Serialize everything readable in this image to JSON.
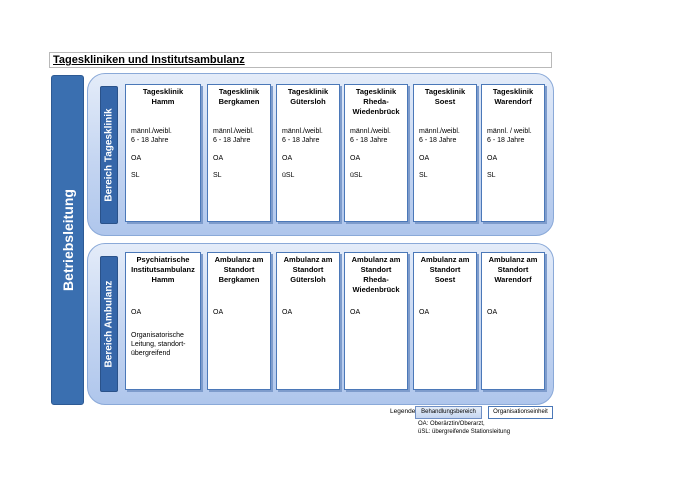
{
  "title": "Tageskliniken und Institutsambulanz",
  "left_bar": "Betriebsleitung",
  "area_tageskliniken": {
    "label": "Bereich Tagesklinik",
    "cards": [
      {
        "title": "Tagesklinik\nHamm",
        "patients": "männl./weibl.\n6 - 18 Jahre",
        "oa": "OA",
        "sl": "SL"
      },
      {
        "title": "Tagesklinik\nBergkamen",
        "patients": "männl./weibl.\n6 - 18 Jahre",
        "oa": "OA",
        "sl": "SL"
      },
      {
        "title": "Tagesklinik\nGütersloh",
        "patients": "männl./weibl.\n6 - 18 Jahre",
        "oa": "OA",
        "sl": "üSL"
      },
      {
        "title": "Tagesklinik\nRheda-\nWiedenbrück",
        "patients": "männl./weibl.\n6 - 18 Jahre",
        "oa": "OA",
        "sl": "üSL"
      },
      {
        "title": "Tagesklinik\nSoest",
        "patients": "männl./weibl.\n6 - 18 Jahre",
        "oa": "OA",
        "sl": "SL"
      },
      {
        "title": "Tagesklinik\nWarendorf",
        "patients": "männl. / weibl.\n6 - 18 Jahre",
        "oa": "OA",
        "sl": "SL"
      }
    ]
  },
  "area_ambulanz": {
    "label": "Bereich Ambulanz",
    "cards": [
      {
        "title": "Psychiatrische\nInstitutsambulanz\nHamm",
        "oa": "OA",
        "note": "Organisatorische\nLeitung, standort-\nübergreifend"
      },
      {
        "title": "Ambulanz am\nStandort\nBergkamen",
        "oa": "OA"
      },
      {
        "title": "Ambulanz am\nStandort\nGütersloh",
        "oa": "OA"
      },
      {
        "title": "Ambulanz am\nStandort\nRheda-\nWiedenbrück",
        "oa": "OA"
      },
      {
        "title": "Ambulanz am\nStandort\nSoest",
        "oa": "OA"
      },
      {
        "title": "Ambulanz am\nStandort\nWarendorf",
        "oa": "OA"
      }
    ]
  },
  "legend": {
    "label": "Legende",
    "treatment_area": "Behandlungsbereich",
    "org_unit": "Organisationseinheit",
    "note1": "OA: Oberärztin/Oberarzt,",
    "note2": "üSL: übergreifende Stationsleitung"
  }
}
